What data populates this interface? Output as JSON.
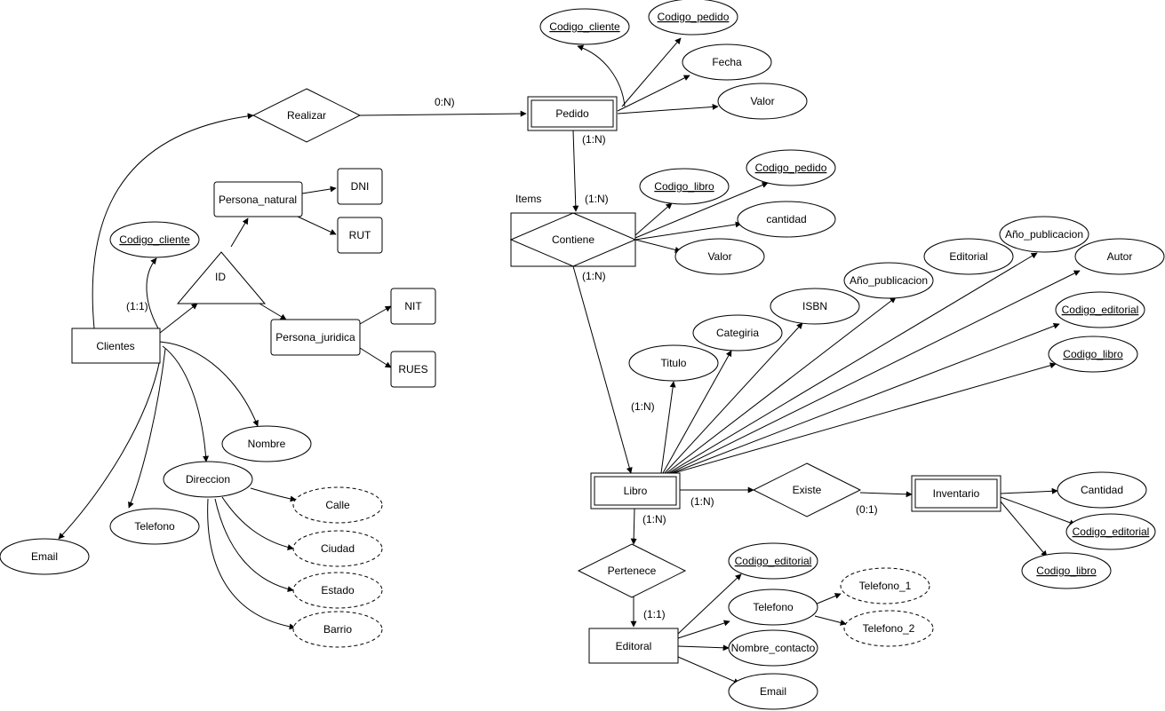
{
  "diagram": {
    "entities": {
      "clientes": "Clientes",
      "persona_natural": "Persona_natural",
      "persona_juridica": "Persona_juridica",
      "dni": "DNI",
      "rut": "RUT",
      "nit": "NIT",
      "rues": "RUES",
      "pedido": "Pedido",
      "items_label": "Items",
      "libro": "Libro",
      "inventario": "Inventario",
      "editoral": "Editoral"
    },
    "relationships": {
      "realizar": "Realizar",
      "contiene": "Contiene",
      "existe": "Existe",
      "pertenece": "Pertenece",
      "id": "ID"
    },
    "attributes": {
      "clientes_codigo_cliente": "Codigo_cliente",
      "clientes_nombre": "Nombre",
      "clientes_direccion": "Direccion",
      "clientes_telefono": "Telefono",
      "clientes_email": "Email",
      "direccion_calle": "Calle",
      "direccion_ciudad": "Ciudad",
      "direccion_estado": "Estado",
      "direccion_barrio": "Barrio",
      "pedido_codigo_cliente": "Codigo_cliente",
      "pedido_codigo_pedido": "Codigo_pedido",
      "pedido_fecha": "Fecha",
      "pedido_valor": "Valor",
      "items_codigo_libro": "Codigo_libro",
      "items_codigo_pedido": "Codigo_pedido",
      "items_cantidad": "cantidad",
      "items_valor": "Valor",
      "libro_titulo": "Titulo",
      "libro_categiria": "Categiria",
      "libro_isbn": "ISBN",
      "libro_ano_publicacion": "Año_publicacion",
      "libro_editorial": "Editorial",
      "libro_ano_publicacion_2": "Año_publicacion",
      "libro_autor": "Autor",
      "libro_codigo_editorial": "Codigo_editorial",
      "libro_codigo_libro": "Codigo_libro",
      "inventario_cantidad": "Cantidad",
      "inventario_codigo_editorial": "Codigo_editorial",
      "inventario_codigo_libro": "Codigo_libro",
      "editoral_codigo_editorial": "Codigo_editorial",
      "editoral_telefono": "Telefono",
      "telefono_1": "Telefono_1",
      "telefono_2": "Telefono_2",
      "editoral_nombre_contacto": "Nombre_contacto",
      "editoral_email": "Email"
    },
    "cardinalities": {
      "clientes_realizar": "(1:1)",
      "realizar_pedido": "0:N)",
      "pedido_contiene": "(1:N)",
      "contiene_top": "(1:N)",
      "contiene_bottom": "(1:N)",
      "libro_top": "(1:N)",
      "libro_existe": "(1:N)",
      "existe_inventario": "(0:1)",
      "libro_pertenece": "(1:N)",
      "pertenece_editoral": "(1:1)"
    },
    "colors": {
      "stroke": "#000000",
      "fill": "#ffffff",
      "text": "#000000"
    }
  }
}
